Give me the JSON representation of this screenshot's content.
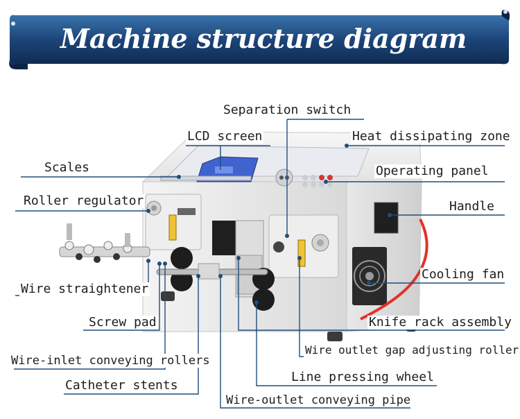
{
  "banner": {
    "title": "Machine structure diagram"
  },
  "labels": {
    "separation_switch": "Separation switch",
    "lcd_screen": "LCD screen",
    "heat_dissipating_zone": "Heat dissipating zone",
    "scales": "Scales",
    "operating_panel": "Operating panel",
    "roller_regulator": "Roller regulator",
    "handle": "Handle",
    "wire_straightener": "Wire straightener",
    "cooling_fan": "Cooling fan",
    "screw_pad": "Screw pad",
    "knife_rack_assembly": "Knife rack assembly",
    "wire_outlet_gap_adjusting_rollers": "Wire outlet gap adjusting rollers",
    "wire_inlet_conveying_rollers": "Wire-inlet conveying rollers",
    "line_pressing_wheel": "Line pressing wheel",
    "catheter_stents": "Catheter stents",
    "wire_outlet_conveying_pipe": "Wire-outlet conveying pipe"
  },
  "colors": {
    "banner_dark": "#15345f",
    "banner_mid": "#2d6096",
    "leader_line": "#1f4e79",
    "machine_body": "#ececec",
    "lcd_blue": "#3f63cf",
    "cable_red": "#e0322b"
  }
}
